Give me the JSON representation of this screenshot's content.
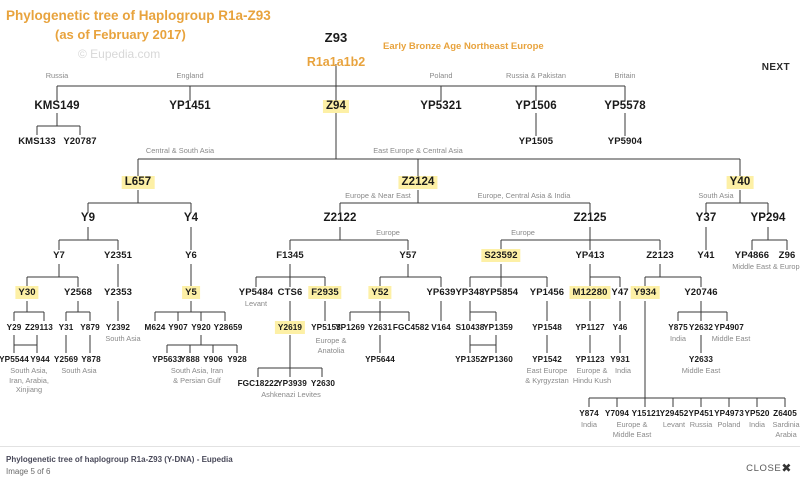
{
  "header": {
    "title_line1": "Phylogenetic tree of Haplogroup R1a-Z93",
    "title_line2": "(as of February 2017)",
    "credit": "© Eupedia.com",
    "era_label": "Early Bronze Age Northeast Europe",
    "next_label": "NEXT",
    "accent_color": "#e8a33d",
    "highlight_color": "#fdf0a6"
  },
  "footer": {
    "title": "Phylogenetic tree of haplogroup R1a-Z93 (Y-DNA) - Eupedia",
    "subtitle": "Image 5 of 6",
    "close_label": "CLOSE",
    "close_icon": "close-x-icon"
  },
  "root": {
    "label": "Z93",
    "alias": "R1a1a1b2"
  },
  "nodes": {
    "kms149": "KMS149",
    "yp1451": "YP1451",
    "z94": "Z94",
    "yp5321": "YP5321",
    "yp1506": "YP1506",
    "yp5578": "YP5578",
    "kms133": "KMS133",
    "y20787": "Y20787",
    "yp1505": "YP1505",
    "yp5904": "YP5904",
    "l657": "L657",
    "z2124": "Z2124",
    "y40": "Y40",
    "y9": "Y9",
    "y4": "Y4",
    "z2122": "Z2122",
    "z2125": "Z2125",
    "y37": "Y37",
    "yp294": "YP294",
    "y7": "Y7",
    "y2351": "Y2351",
    "y6": "Y6",
    "f1345": "F1345",
    "y57": "Y57",
    "s23592": "S23592",
    "yp413": "YP413",
    "z2123": "Z2123",
    "y41": "Y41",
    "yp4866": "YP4866",
    "z96": "Z96",
    "y30": "Y30",
    "y2568": "Y2568",
    "y2353": "Y2353",
    "y5": "Y5",
    "yp5484": "YP5484",
    "cts6": "CTS6",
    "f2935": "F2935",
    "y52": "Y52",
    "yp639": "YP639",
    "yp348": "YP348",
    "yp5854": "YP5854",
    "yp1456": "YP1456",
    "m12280": "M12280",
    "y47": "Y47",
    "y934": "Y934",
    "y20746": "Y20746",
    "y29": "Y29",
    "z29113": "Z29113",
    "y31": "Y31",
    "y879": "Y879",
    "y2392": "Y2392",
    "m624": "M624",
    "y907": "Y907",
    "y920": "Y920",
    "y28659": "Y28659",
    "y2619": "Y2619",
    "yp5153": "YP5153",
    "yp1269": "YP1269",
    "y2631": "Y2631",
    "fgc4582": "FGC4582",
    "v164": "V164",
    "s10438": "S10438",
    "yp1359": "YP1359",
    "yp1548": "YP1548",
    "yp1127": "YP1127",
    "y46": "Y46",
    "y875": "Y875",
    "y2632": "Y2632",
    "yp4907": "YP4907",
    "yp5544": "YP5544",
    "y944": "Y944",
    "y2569": "Y2569",
    "y878": "Y878",
    "yp5633": "YP5633",
    "y888": "Y888",
    "y906": "Y906",
    "y928": "Y928",
    "yp5644": "YP5644",
    "yp1352": "YP1352",
    "yp1360": "YP1360",
    "yp1542": "YP1542",
    "yp1123": "YP1123",
    "y931": "Y931",
    "y2633": "Y2633",
    "fgc18222": "FGC18222",
    "yp3939": "YP3939",
    "y2630": "Y2630",
    "y874": "Y874",
    "y7094": "Y7094",
    "y15121": "Y15121",
    "y29452": "Y29452",
    "yp451": "YP451",
    "yp4973": "YP4973",
    "yp520": "YP520",
    "z6405": "Z6405"
  },
  "regions": {
    "russia": "Russia",
    "england": "England",
    "poland": "Poland",
    "russia_pakistan": "Russia & Pakistan",
    "britain": "Britain",
    "central_south_asia": "Central & South Asia",
    "east_europe_central_asia": "East Europe & Central Asia",
    "europe_near_east": "Europe & Near East",
    "europe_central_asia_india": "Europe, Central Asia & India",
    "south_asia_y40": "South Asia",
    "europe_z2122": "Europe",
    "europe_z2125": "Europe",
    "levant_yp5484": "Levant",
    "south_asia_y2392": "South Asia",
    "middle_east_europe": "Middle East & Europe",
    "europe_anatolia": "Europe &\nAnatolia",
    "south_asia_iran_arabia_xinjiang": "South Asia,\nIran, Arabia,\nXinjiang",
    "south_asia_y2569": "South Asia",
    "south_asia_iran_persian_gulf": "South Asia, Iran\n& Persian Gulf",
    "ashkenazi_levites": "Ashkenazi Levites",
    "east_europe_kyrgyzstan": "East Europe\n& Kyrgyzstan",
    "europe_hindu_kush": "Europe &\nHindu Kush",
    "india_y931": "India",
    "india_y875": "India",
    "middle_east_yp4907": "Middle East",
    "middle_east_y2633": "Middle East",
    "india_y874": "India",
    "europe_middle_east": "Europe &\nMiddle East",
    "levant_y29452": "Levant",
    "russia_yp451": "Russia",
    "poland_yp4973": "Poland",
    "india_yp520": "India",
    "sardinia_arabia": "Sardinia\nArabia"
  }
}
